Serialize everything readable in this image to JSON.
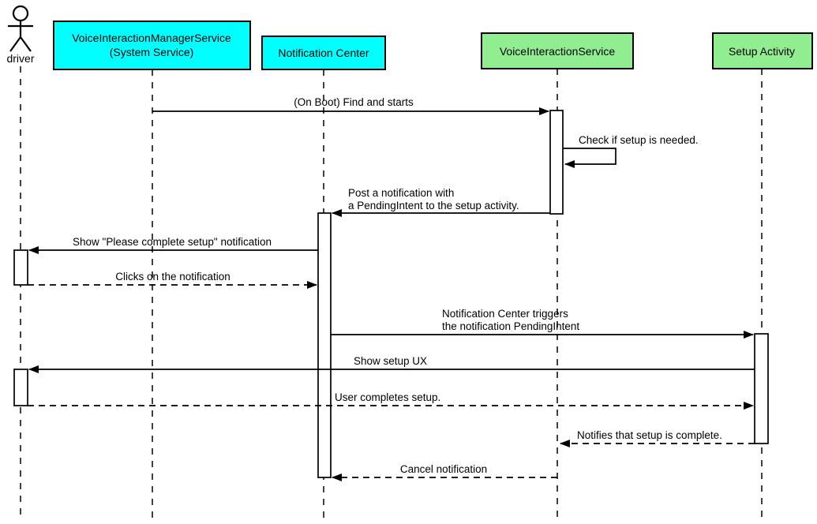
{
  "diagram": {
    "type": "uml-sequence",
    "background": "#FFFFFF",
    "line_color": "#000000",
    "colors": {
      "system_participant_fill": "#00FFFF",
      "app_participant_fill": "#90EE90",
      "activation_fill": "#FFFFFF"
    },
    "actor": {
      "name": "driver"
    },
    "participants": [
      {
        "id": "voice-interaction-manager-service",
        "line1": "VoiceInteractionManagerService",
        "line2": "(System Service)",
        "fill": "#00FFFF"
      },
      {
        "id": "notification-center",
        "line1": "Notification Center",
        "fill": "#00FFFF"
      },
      {
        "id": "voice-interaction-service",
        "line1": "VoiceInteractionService",
        "fill": "#90EE90"
      },
      {
        "id": "setup-activity",
        "line1": "Setup Activity",
        "fill": "#90EE90"
      }
    ],
    "messages": [
      {
        "from": "VoiceInteractionManagerService",
        "to": "VoiceInteractionService",
        "style": "solid",
        "line1": "(On Boot) Find and starts"
      },
      {
        "from": "VoiceInteractionService",
        "to": "VoiceInteractionService",
        "style": "solid",
        "line1": "Check if setup is needed."
      },
      {
        "from": "VoiceInteractionService",
        "to": "Notification Center",
        "style": "solid",
        "line1": "Post a notification with",
        "line2": "a PendingIntent to the setup activity."
      },
      {
        "from": "Notification Center",
        "to": "driver",
        "style": "solid",
        "line1": "Show \"Please complete setup\" notification"
      },
      {
        "from": "driver",
        "to": "Notification Center",
        "style": "dashed",
        "line1": "Clicks on the notification"
      },
      {
        "from": "Notification Center",
        "to": "Setup Activity",
        "style": "solid",
        "line1": "Notification Center triggers",
        "line2": "the notification PendingIntent"
      },
      {
        "from": "Setup Activity",
        "to": "driver",
        "style": "solid",
        "line1": "Show setup UX"
      },
      {
        "from": "driver",
        "to": "Setup Activity",
        "style": "dashed",
        "line1": "User completes setup."
      },
      {
        "from": "Setup Activity",
        "to": "VoiceInteractionService",
        "style": "dashed",
        "line1": "Notifies that setup is complete."
      },
      {
        "from": "VoiceInteractionService",
        "to": "Notification Center",
        "style": "dashed",
        "line1": "Cancel notification"
      }
    ]
  }
}
